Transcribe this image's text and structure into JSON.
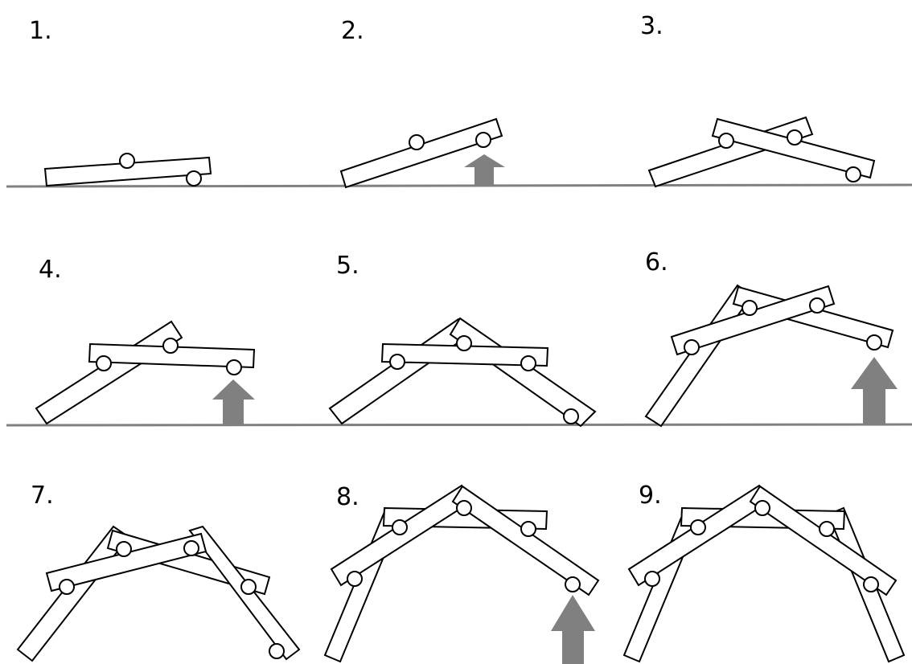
{
  "steps": [
    {
      "label": "1."
    },
    {
      "label": "2."
    },
    {
      "label": "3."
    },
    {
      "label": "4."
    },
    {
      "label": "5."
    },
    {
      "label": "6."
    },
    {
      "label": "7."
    },
    {
      "label": "8."
    },
    {
      "label": "9."
    }
  ],
  "colors": {
    "ground": "#808080",
    "arrow": "#808080",
    "outline": "#000000",
    "fill": "#ffffff"
  }
}
